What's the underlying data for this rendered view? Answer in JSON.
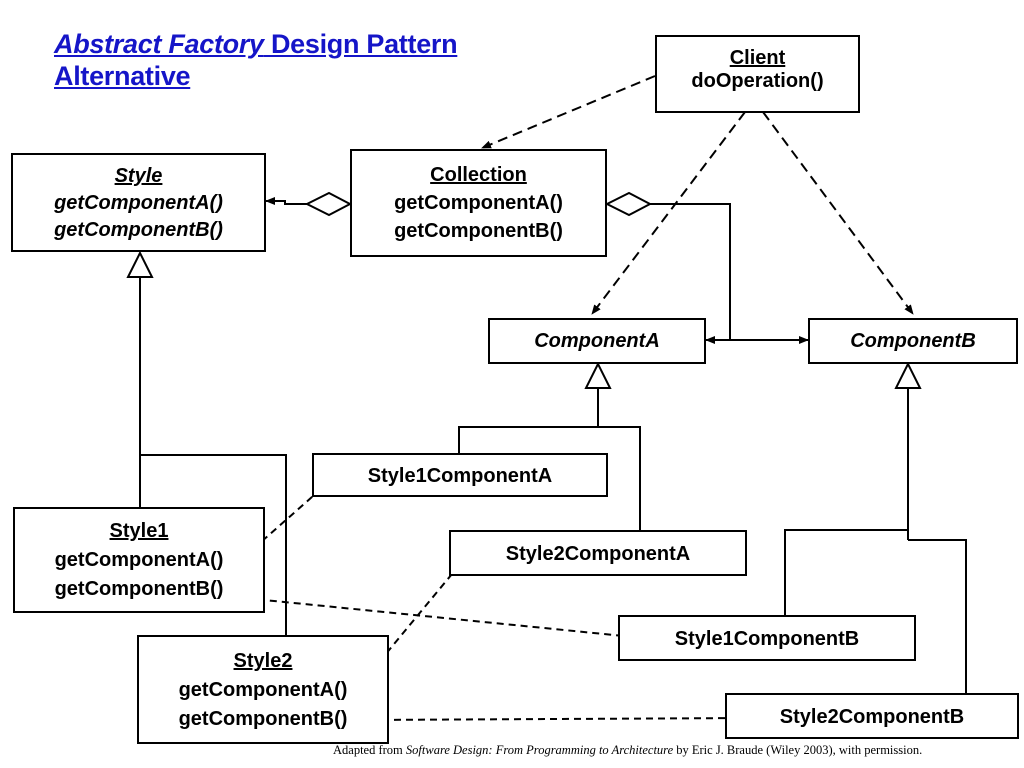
{
  "title": {
    "italic_part": "Abstract Factory",
    "rest_line1": " Design Pattern",
    "line2": "Alternative"
  },
  "classes": {
    "client": {
      "name": "Client",
      "methods": [
        "doOperation()"
      ]
    },
    "collection": {
      "name": "Collection",
      "methods": [
        "getComponentA()",
        "getComponentB()"
      ]
    },
    "style": {
      "name": "Style",
      "methods": [
        "getComponentA()",
        "getComponentB()"
      ],
      "abstract": true
    },
    "componentA": {
      "name": "ComponentA",
      "abstract": true
    },
    "componentB": {
      "name": "ComponentB",
      "abstract": true
    },
    "style1ComponentA": {
      "name": "Style1ComponentA"
    },
    "style2ComponentA": {
      "name": "Style2ComponentA"
    },
    "style1ComponentB": {
      "name": "Style1ComponentB"
    },
    "style2ComponentB": {
      "name": "Style2ComponentB"
    },
    "style1": {
      "name": "Style1",
      "methods": [
        "getComponentA()",
        "getComponentB()"
      ]
    },
    "style2": {
      "name": "Style2",
      "methods": [
        "getComponentA()",
        "getComponentB()"
      ]
    }
  },
  "relationships": [
    {
      "type": "dependency",
      "from": "Client",
      "to": "Collection"
    },
    {
      "type": "dependency",
      "from": "Client",
      "to": "ComponentA"
    },
    {
      "type": "dependency",
      "from": "Client",
      "to": "ComponentB"
    },
    {
      "type": "aggregation",
      "from": "Collection",
      "to": "Style"
    },
    {
      "type": "aggregation",
      "from": "Collection",
      "to": "ComponentA"
    },
    {
      "type": "aggregation",
      "from": "Collection",
      "to": "ComponentB"
    },
    {
      "type": "inheritance",
      "from": "Style1",
      "to": "Style"
    },
    {
      "type": "inheritance",
      "from": "Style2",
      "to": "Style"
    },
    {
      "type": "inheritance",
      "from": "Style1ComponentA",
      "to": "ComponentA"
    },
    {
      "type": "inheritance",
      "from": "Style2ComponentA",
      "to": "ComponentA"
    },
    {
      "type": "inheritance",
      "from": "Style1ComponentB",
      "to": "ComponentB"
    },
    {
      "type": "inheritance",
      "from": "Style2ComponentB",
      "to": "ComponentB"
    },
    {
      "type": "dependency",
      "from": "Style1.getComponentA()",
      "to": "Style1ComponentA"
    },
    {
      "type": "dependency",
      "from": "Style1.getComponentB()",
      "to": "Style1ComponentB"
    },
    {
      "type": "dependency",
      "from": "Style2.getComponentA()",
      "to": "Style2ComponentA"
    },
    {
      "type": "dependency",
      "from": "Style2.getComponentB()",
      "to": "Style2ComponentB"
    }
  ],
  "credit": {
    "prefix": "Adapted from ",
    "book": "Software Design: From Programming to Architecture",
    "suffix": " by Eric J. Braude (Wiley 2003), with permission."
  }
}
